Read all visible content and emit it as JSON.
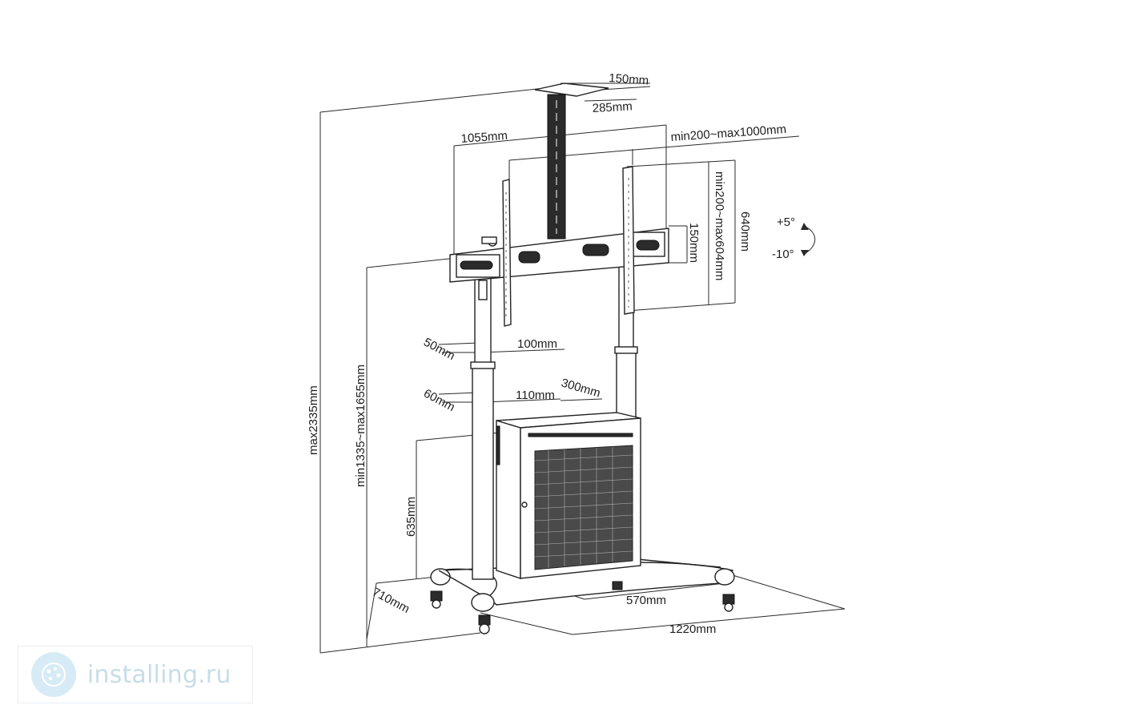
{
  "diagram": {
    "dimensions": {
      "plate_width": "150mm",
      "plate_depth": "285mm",
      "bracket_width": "1055mm",
      "vesa_horizontal": "min200~max1000mm",
      "vesa_vertical": "min200~max604mm",
      "bracket_height": "640mm",
      "slot_height": "150mm",
      "tilt_up": "+5°",
      "tilt_down": "-10°",
      "upper_pole_depth": "50mm",
      "upper_pole_width": "100mm",
      "lower_pole_depth": "60mm",
      "lower_pole_width": "110mm",
      "cabinet_depth": "300mm",
      "max_height": "max2335mm",
      "mount_height": "min1335~max1655mm",
      "cabinet_height": "635mm",
      "base_depth": "710mm",
      "cabinet_width": "570mm",
      "base_width": "1220mm"
    }
  },
  "watermark": {
    "text": "installing.ru"
  },
  "colors": {
    "line": "#2a2a2a",
    "watermark_text": "#c7dde8",
    "watermark_logo": "#d6ebf5"
  }
}
